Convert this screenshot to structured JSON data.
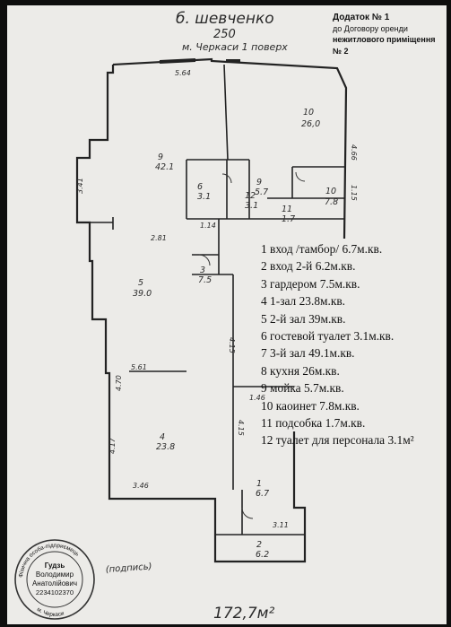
{
  "header": {
    "street": "б. шевченко",
    "house": "250",
    "city_floor": "м. Черкаси   1 поверх",
    "appendix_title": "Додаток № 1",
    "appendix_line2": "до Договору оренди",
    "appendix_line3": "нежитлового приміщення",
    "appendix_line4": "№ 2"
  },
  "legend": [
    "1 вход /тамбор/ 6.7м.кв.",
    "2 вход 2-й 6.2м.кв.",
    "3 гардером 7.5м.кв.",
    "4 1-зал 23.8м.кв.",
    "5 2-й зал 39м.кв.",
    "6 гостевой туалет 3.1м.кв.",
    "7 3-й зал 49.1м.кв.",
    "8 кухня 26м.кв.",
    "9 мойка 5.7м.кв.",
    "10 каоинет 7.8м.кв.",
    "11 подсобка 1.7м.кв.",
    "12 туалет для персонала 3.1м²"
  ],
  "rooms": {
    "r8": [
      "10",
      "26,0"
    ],
    "r7": [
      "9",
      "42.1"
    ],
    "r5": [
      "5",
      "39.0"
    ],
    "r4": [
      "4",
      "23.8"
    ],
    "r10": [
      "10",
      "7.8"
    ],
    "r11": [
      "11",
      "1.7"
    ],
    "r9": [
      "9",
      "5.7"
    ],
    "r3": [
      "3",
      "7.5"
    ],
    "r1": [
      "1",
      "6.7"
    ],
    "r2": [
      "2",
      "6.2"
    ],
    "r6": [
      "6",
      "3.1"
    ],
    "r12": [
      "12",
      "3.1"
    ]
  },
  "dims": {
    "top": "5.64",
    "right_a": "4.66",
    "right_b": "1.15",
    "left_a": "3.41",
    "mid_a": "1.14",
    "mid_b": "2.81",
    "mid_c": "5.61",
    "mid_d": "4.15",
    "mid_e": "4.70",
    "mid_f": "1.46",
    "mid_g": "4.15",
    "bot_a": "3.46",
    "bot_b": "3.11",
    "bot_c": "4.17"
  },
  "stamp": {
    "name1": "Гудзь",
    "name2": "Володимир",
    "name3": "Анатолійович",
    "code": "2234102370",
    "ring_top": "Фізична особа-підприємець",
    "ring_bottom": "м. Черкаси"
  },
  "signature": "(подпись)",
  "total_area": "172,7м²"
}
